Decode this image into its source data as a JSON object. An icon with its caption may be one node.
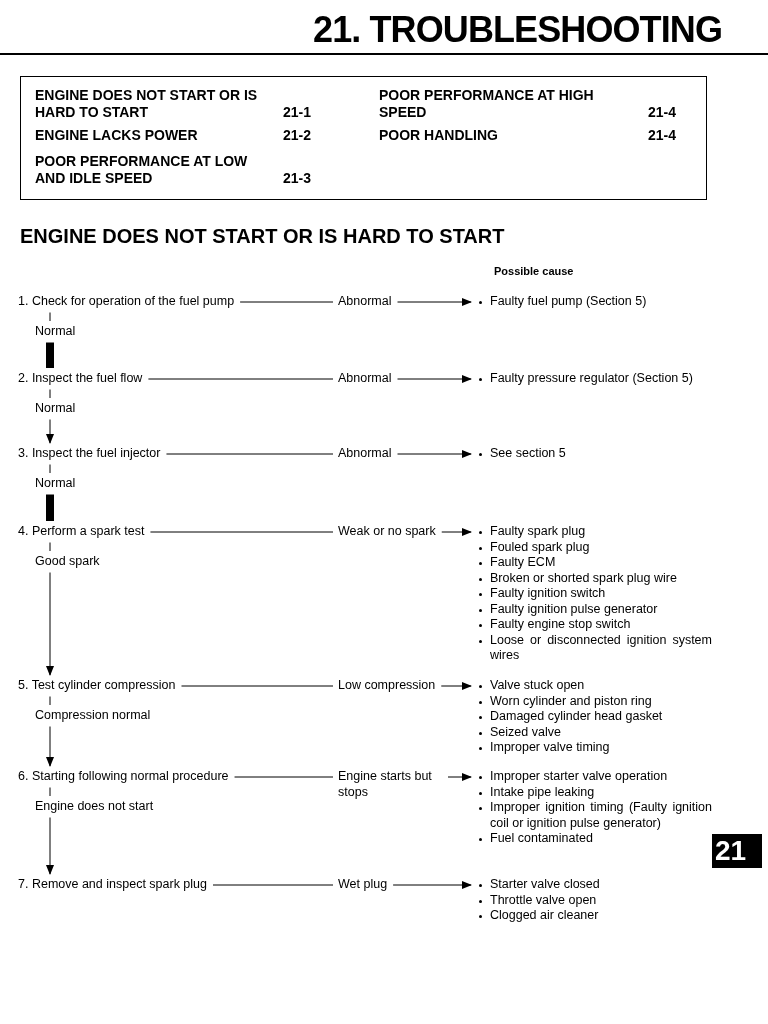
{
  "diagram": {
    "title": "21. TROUBLESHOOTING",
    "nodes": [
      {
        "text": [
          "1. Check for operation of the fuel pump"
        ]
      },
      {
        "text": [
          "Abnormal"
        ]
      },
      {
        "text": [
          "Faulty fuel pump (Section 5)"
        ]
      },
      {
        "text": [
          "Normal"
        ]
      },
      {
        "text": [
          "2. Inspect the fuel flow"
        ]
      },
      {
        "text": [
          "Abnormal"
        ]
      },
      {
        "text": [
          "Faulty pressure regulator (Section 5)"
        ]
      },
      {
        "text": [
          "Normal"
        ]
      },
      {
        "text": [
          "3. Inspect the fuel injector"
        ]
      },
      {
        "text": [
          "Abnormal"
        ]
      },
      {
        "text": [
          "See section 5"
        ]
      },
      {
        "text": [
          "Normal"
        ]
      },
      {
        "text": [
          "4. Perform a spark test"
        ]
      },
      {
        "text": [
          "Weak or no spark"
        ]
      },
      {
        "text": [
          "Faulty spark plug",
          "Fouled spark plug",
          "Faulty ECM",
          "Broken or shorted spark plug wire",
          "Faulty ignition switch",
          "Faulty ignition pulse generator",
          "Faulty engine stop switch",
          "Loose or disconnected ignition system wires"
        ]
      },
      {
        "text": [
          "Good spark"
        ]
      },
      {
        "text": [
          "5. Test cylinder compression"
        ]
      },
      {
        "text": [
          "Low compression"
        ]
      },
      {
        "text": [
          "Valve stuck open",
          "Worn cylinder and piston ring",
          "Damaged cylinder head gasket",
          "Seized valve",
          "Improper valve timing"
        ]
      },
      {
        "text": [
          "Compression normal"
        ]
      },
      {
        "text": [
          "6. Starting following normal procedure"
        ]
      },
      {
        "text": [
          "Engine starts but stops"
        ]
      },
      {
        "text": [
          "Improper starter valve operation",
          "Intake pipe leaking",
          "Improper ignition timing (Faulty ignition coil or ignition pulse generator)",
          "Fuel contaminated"
        ]
      },
      {
        "text": [
          "Engine does not start"
        ]
      },
      {
        "text": [
          "7. Remove and inspect spark plug"
        ]
      },
      {
        "text": [
          "Wet plug"
        ]
      },
      {
        "text": [
          "Starter valve closed",
          "Throttle valve open",
          "Clogged air cleaner"
        ]
      }
    ],
    "edges": [
      {
        "from": 0,
        "to": 1,
        "arrow": "none"
      },
      {
        "from": 1,
        "to": 2,
        "arrow": "to"
      },
      {
        "from": 0,
        "to": 3,
        "arrow": "none"
      },
      {
        "from": 3,
        "to": 4,
        "arrow": "none",
        "style": "thick"
      },
      {
        "from": 4,
        "to": 5,
        "arrow": "none"
      },
      {
        "from": 5,
        "to": 6,
        "arrow": "to"
      },
      {
        "from": 4,
        "to": 7,
        "arrow": "none"
      },
      {
        "from": 7,
        "to": 8,
        "arrow": "to"
      },
      {
        "from": 8,
        "to": 9,
        "arrow": "none"
      },
      {
        "from": 9,
        "to": 10,
        "arrow": "to"
      },
      {
        "from": 8,
        "to": 11,
        "arrow": "none"
      },
      {
        "from": 11,
        "to": 12,
        "arrow": "none",
        "style": "thick"
      },
      {
        "from": 12,
        "to": 13,
        "arrow": "none"
      },
      {
        "from": 13,
        "to": 14,
        "arrow": "to"
      },
      {
        "from": 12,
        "to": 15,
        "arrow": "none"
      },
      {
        "from": 15,
        "to": 16,
        "arrow": "to"
      },
      {
        "from": 16,
        "to": 17,
        "arrow": "none"
      },
      {
        "from": 17,
        "to": 18,
        "arrow": "to"
      },
      {
        "from": 16,
        "to": 19,
        "arrow": "none"
      },
      {
        "from": 19,
        "to": 20,
        "arrow": "to"
      },
      {
        "from": 20,
        "to": 21,
        "arrow": "none"
      },
      {
        "from": 21,
        "to": 22,
        "arrow": "to"
      },
      {
        "from": 20,
        "to": 23,
        "arrow": "none"
      },
      {
        "from": 23,
        "to": 24,
        "arrow": "to"
      },
      {
        "from": 24,
        "to": 25,
        "arrow": "none"
      },
      {
        "from": 25,
        "to": 26,
        "arrow": "to"
      }
    ],
    "labels": [
      "ENGINE DOES NOT START OR IS HARD TO START",
      "21-1",
      "POOR PERFORMANCE AT HIGH SPEED",
      "21-4",
      "ENGINE LACKS POWER",
      "21-2",
      "POOR HANDLING",
      "21-4",
      "POOR PERFORMANCE AT LOW AND IDLE SPEED",
      "21-3",
      "ENGINE DOES NOT START OR IS HARD TO START",
      "Possible cause",
      "21"
    ]
  }
}
